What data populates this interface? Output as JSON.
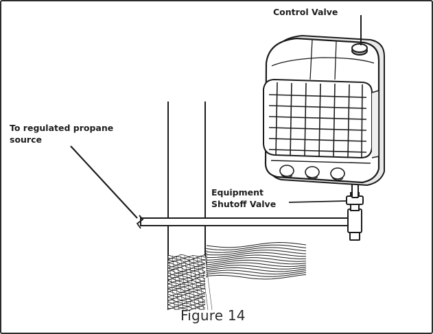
{
  "labels": {
    "control_valve": "Control Valve",
    "propane_line1": "To regulated propane",
    "propane_line2": "source",
    "equipment_line1": "Equipment",
    "equipment_line2": "Shutoff Valve"
  },
  "caption": "Figure 14",
  "colors": {
    "line": "#1a1a1a",
    "border": "#2b2b2b",
    "heater_fill": "#ffffff",
    "shade": "#cfcfcf"
  }
}
